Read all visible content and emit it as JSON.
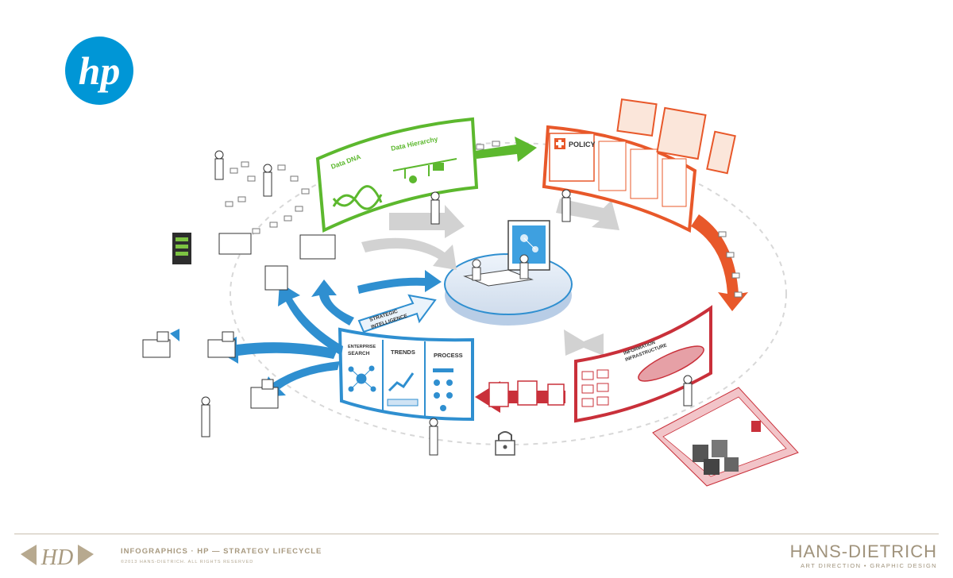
{
  "logo": {
    "text": "hp",
    "color": "#0096d6"
  },
  "panels": {
    "green": {
      "color": "#5cb82e",
      "data_dna": "Data DNA",
      "data_hierarchy": "Data Hierarchy"
    },
    "orange": {
      "color": "#e8582a",
      "policy": "POLICY"
    },
    "red": {
      "color": "#c9303a",
      "info_infra_line1": "INFORMATION",
      "info_infra_line2": "INFRASTRUCTURE"
    },
    "blue": {
      "color": "#2f8fd0",
      "strategic_line1": "STRATEGIC",
      "strategic_line2": "INTELLIGENCE",
      "enterprise_line1": "ENTERPRISE",
      "enterprise_line2": "SEARCH",
      "trends": "TRENDS",
      "process": "PROCESS"
    }
  },
  "icons": [
    "hp-logo-icon",
    "server-rack-icon",
    "lock-icon",
    "dna-icon",
    "network-graph-icon",
    "trend-chart-icon",
    "process-flow-icon",
    "medical-cross-icon"
  ],
  "footer": {
    "monogram": "HD",
    "title": "INFOGRAPHICS · HP — STRATEGY LIFECYCLE",
    "copyright": "©2013 HANS-DIETRICH. ALL RIGHTS RESERVED",
    "brand": "HANS-DIETRICH",
    "tagline": "ART DIRECTION • GRAPHIC DESIGN",
    "color": "#a0937c"
  }
}
